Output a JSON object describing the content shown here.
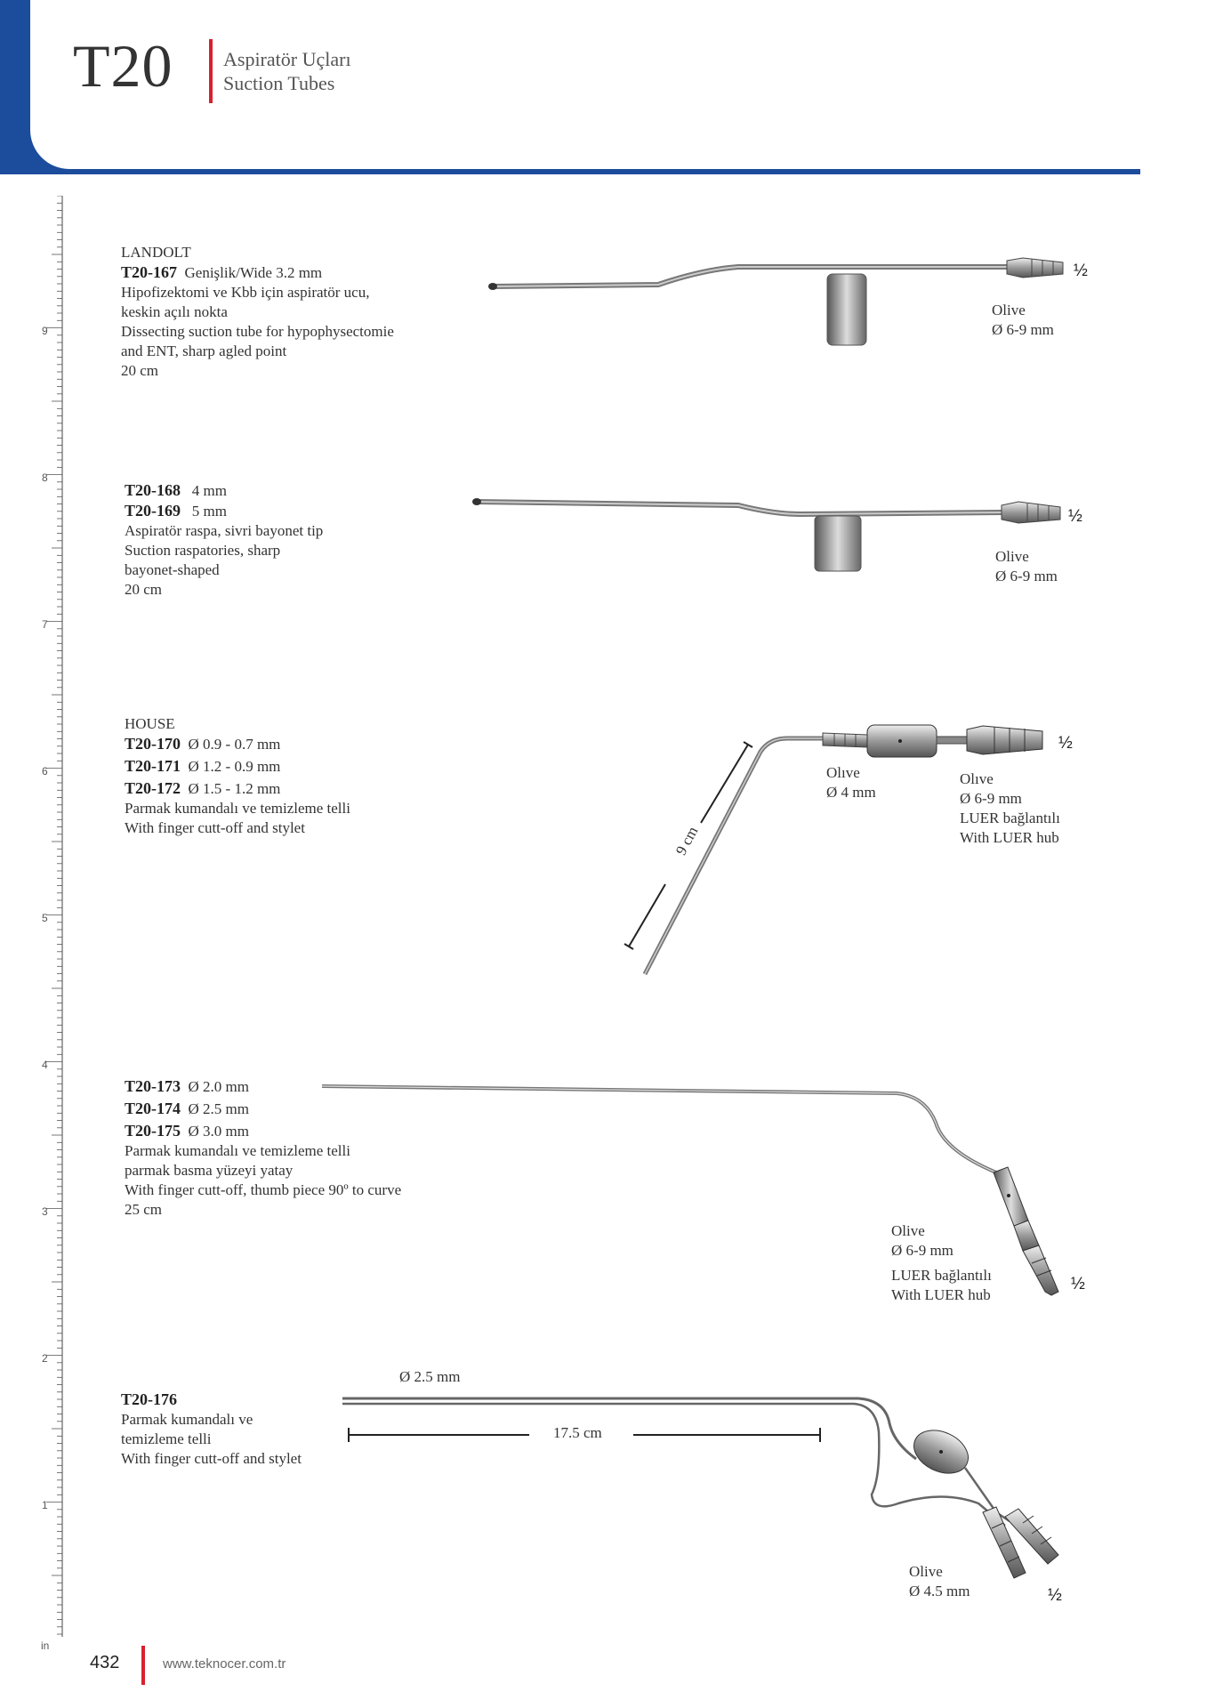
{
  "header": {
    "code": "T20",
    "title_tr": "Aspiratör Uçları",
    "title_en": "Suction Tubes",
    "accent_color": "#1c4c9c",
    "bar_color": "#d9202f"
  },
  "ruler": {
    "marks": [
      "9",
      "8",
      "7",
      "6",
      "5",
      "4",
      "3",
      "2",
      "1"
    ],
    "unit": "in"
  },
  "products": [
    {
      "series": "LANDOLT",
      "codes": [
        {
          "code": "T20-167",
          "spec": "Genişlik/Wide 3.2 mm"
        }
      ],
      "desc": [
        "Hipofizektomi ve Kbb için aspiratör ucu,",
        "keskin açılı nokta",
        "Dissecting suction tube for hypophysectomie",
        "and ENT, sharp agled point",
        "20 cm"
      ],
      "labels": [
        "Olive",
        "Ø 6-9 mm"
      ],
      "scale": "½"
    },
    {
      "codes": [
        {
          "code": "T20-168",
          "spec": "4 mm"
        },
        {
          "code": "T20-169",
          "spec": "5 mm"
        }
      ],
      "desc": [
        "Aspiratör raspa, sivri bayonet tip",
        "Suction raspatories, sharp",
        "bayonet-shaped",
        "20 cm"
      ],
      "labels": [
        "Olive",
        "Ø 6-9 mm"
      ],
      "scale": "½"
    },
    {
      "series": "HOUSE",
      "codes": [
        {
          "code": "T20-170",
          "spec": "Ø 0.9 - 0.7 mm"
        },
        {
          "code": "T20-171",
          "spec": "Ø 1.2 - 0.9 mm"
        },
        {
          "code": "T20-172",
          "spec": "Ø 1.5 - 1.2 mm"
        }
      ],
      "desc": [
        "Parmak kumandalı ve temizleme telli",
        "With finger cutt-off and stylet"
      ],
      "labels_a": [
        "Olıve",
        "Ø 4 mm"
      ],
      "labels_b": [
        "Olıve",
        "Ø 6-9 mm",
        "LUER bağlantılı",
        "With LUER hub"
      ],
      "dimension": "9 cm",
      "scale": "½"
    },
    {
      "codes": [
        {
          "code": "T20-173",
          "spec": "Ø 2.0 mm"
        },
        {
          "code": "T20-174",
          "spec": "Ø 2.5 mm"
        },
        {
          "code": "T20-175",
          "spec": "Ø 3.0 mm"
        }
      ],
      "desc": [
        "Parmak kumandalı ve temizleme telli",
        "parmak basma yüzeyi yatay",
        "With finger cutt-off, thumb piece 90º to curve",
        "25 cm"
      ],
      "labels": [
        "Olive",
        "Ø 6-9 mm",
        "LUER bağlantılı",
        "With LUER hub"
      ],
      "scale": "½"
    },
    {
      "codes": [
        {
          "code": "T20-176",
          "spec": ""
        }
      ],
      "desc": [
        "Parmak kumandalı ve",
        "temizleme telli",
        "With finger cutt-off and  stylet"
      ],
      "diameter": "Ø 2.5 mm",
      "dimension": "17.5 cm",
      "labels": [
        "Olive",
        "Ø 4.5 mm"
      ],
      "scale": "½"
    }
  ],
  "footer": {
    "page": "432",
    "website": "www.teknocer.com.tr"
  }
}
